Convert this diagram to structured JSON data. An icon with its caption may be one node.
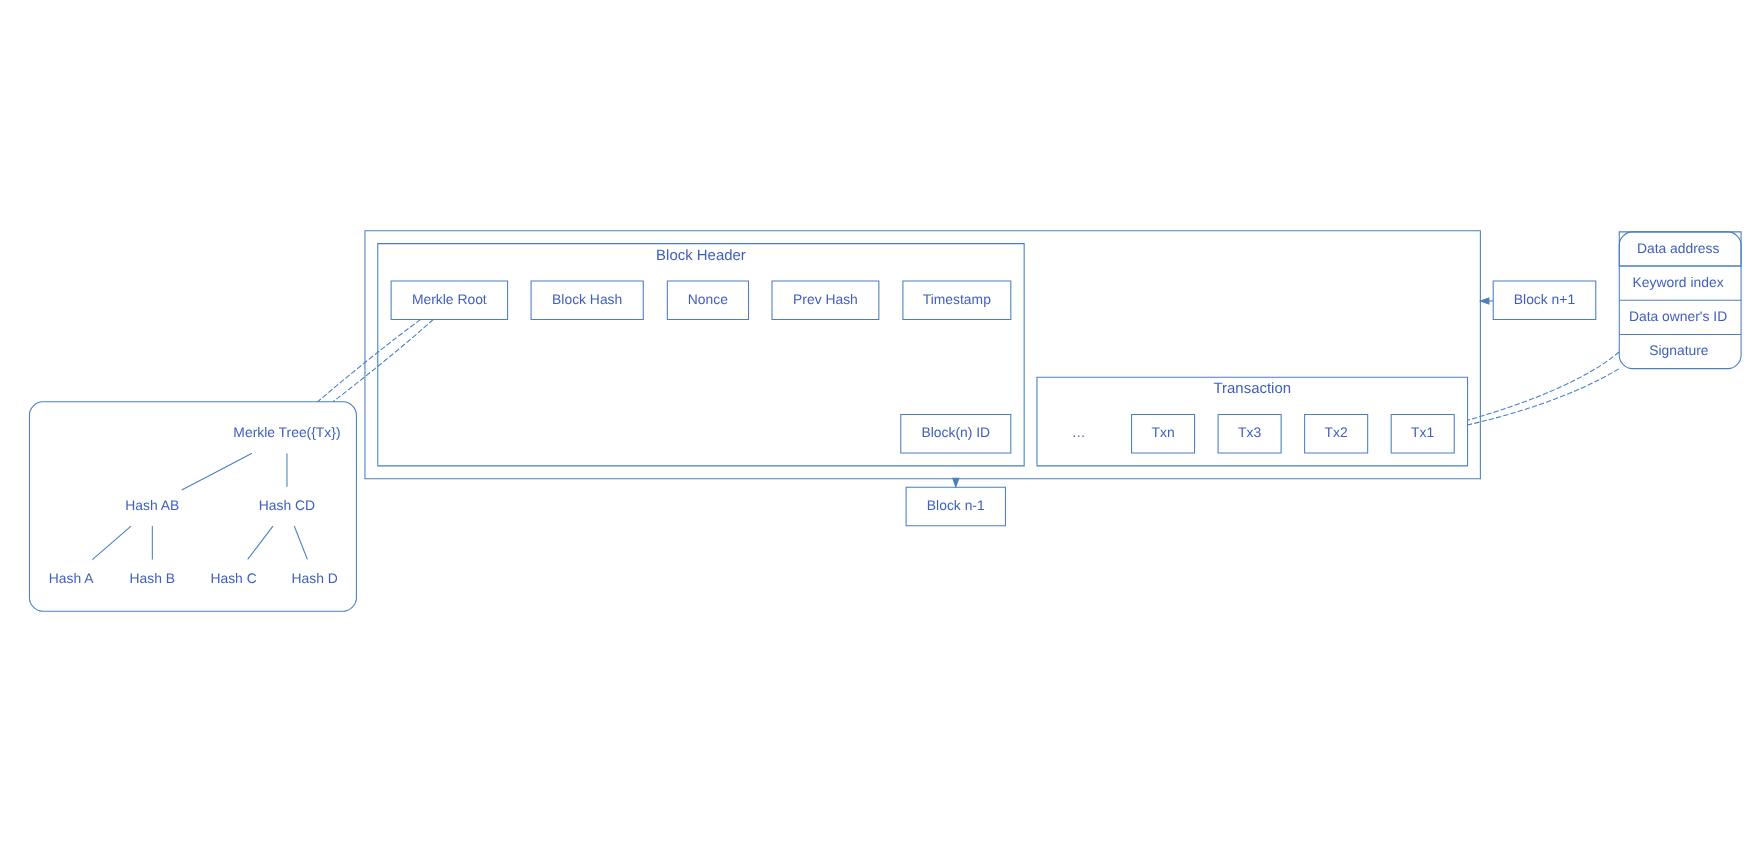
{
  "diagram": {
    "nodes": [
      {
        "text": [
          "Block n-1"
        ]
      },
      {
        "text": [],
        "shape": "box"
      },
      {
        "text": [
          "Block Header"
        ],
        "in": 1
      },
      {
        "text": [
          "Block(n) ID"
        ],
        "in": 2
      },
      {
        "text": [
          "Timestamp"
        ],
        "in": 2
      },
      {
        "text": [
          "Prev Hash"
        ],
        "in": 2
      },
      {
        "text": [
          "Nonce"
        ],
        "in": 2
      },
      {
        "text": [
          "Block Hash"
        ],
        "in": 2
      },
      {
        "text": [
          "Merkle Root"
        ],
        "in": 2
      },
      {
        "text": [
          "Transaction"
        ],
        "in": 1
      },
      {
        "text": [
          "Tx1"
        ],
        "in": 9
      },
      {
        "text": [
          "Tx2"
        ],
        "in": 9
      },
      {
        "text": [
          "Tx3"
        ],
        "in": 9
      },
      {
        "text": [
          "Txn"
        ],
        "in": 9
      },
      {
        "text": [
          "Block n+1"
        ]
      },
      {
        "text": [],
        "shape": "box"
      },
      {
        "text": [
          "Merkle Tree({Tx})"
        ],
        "in": 15
      },
      {
        "text": [
          "Hash AB"
        ],
        "in": 15
      },
      {
        "text": [
          "Hash CD"
        ],
        "in": 15
      },
      {
        "text": [
          "Hash A"
        ],
        "in": 15
      },
      {
        "text": [
          "Hash B"
        ],
        "in": 15
      },
      {
        "text": [
          "Hash C"
        ],
        "in": 15
      },
      {
        "text": [
          "Hash D"
        ],
        "in": 15
      },
      {
        "text": [
          "Data address",
          "Keyword index",
          "Data owner's ID",
          "Signature"
        ]
      }
    ],
    "edges": [
      {
        "from": 1,
        "to": 0,
        "arrow": "to"
      },
      {
        "from": 14,
        "to": 1,
        "arrow": "to"
      },
      {
        "from": 8,
        "to": 15,
        "arrow": "none",
        "style": "dashed"
      },
      {
        "from": 8,
        "to": 15,
        "arrow": "none",
        "style": "dashed"
      },
      {
        "from": 23,
        "to": 9,
        "arrow": "none",
        "style": "dashed"
      },
      {
        "from": 23,
        "to": 9,
        "arrow": "none",
        "style": "dashed"
      },
      {
        "from": 16,
        "to": 17,
        "arrow": "none"
      },
      {
        "from": 16,
        "to": 18,
        "arrow": "none"
      },
      {
        "from": 17,
        "to": 19,
        "arrow": "none"
      },
      {
        "from": 17,
        "to": 20,
        "arrow": "none"
      },
      {
        "from": 18,
        "to": 21,
        "arrow": "none"
      },
      {
        "from": 18,
        "to": 22,
        "arrow": "none"
      }
    ],
    "labels": [
      "…"
    ]
  }
}
